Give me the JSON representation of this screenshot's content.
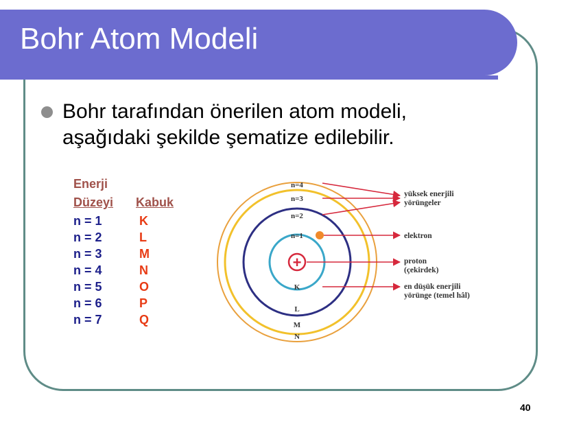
{
  "slide": {
    "title": "Bohr Atom Modeli",
    "bullet_lines": [
      "Bohr tarafından önerilen atom modeli,",
      "aşağıdaki şekilde şematize edilebilir."
    ],
    "page_number": "40"
  },
  "table": {
    "header_line1": "Enerji",
    "header_level": "Düzeyi",
    "header_shell": "Kabuk",
    "rows": [
      {
        "level": "n = 1",
        "shell": "K"
      },
      {
        "level": "n = 2",
        "shell": "L"
      },
      {
        "level": "n = 3",
        "shell": "M"
      },
      {
        "level": "n = 4",
        "shell": "N"
      },
      {
        "level": "n = 5",
        "shell": "O"
      },
      {
        "level": "n = 6",
        "shell": "P"
      },
      {
        "level": "n = 7",
        "shell": "Q"
      }
    ]
  },
  "diagram": {
    "orbit_labels": {
      "n1": "n=1",
      "n2": "n=2",
      "n3": "n=3",
      "n4": "n=4"
    },
    "shell_labels": {
      "K": "K",
      "L": "L",
      "M": "M",
      "N": "N"
    },
    "nucleus_symbol": "+",
    "annotations": {
      "high_energy_line1": "yüksek enerjili",
      "high_energy_line2": "yörüngeler",
      "electron": "elektron",
      "proton_line1": "proton",
      "proton_line2": "(çekirdek)",
      "ground_line1": "en düşük enerjili",
      "ground_line2": "yörünge (temel hâl)"
    },
    "colors": {
      "orbit_n1": "#3aa7c9",
      "orbit_n2": "#2d2f83",
      "orbit_n3": "#f2c12b",
      "orbit_n4": "#e9a03d",
      "arrow": "#d6283c",
      "electron": "#f08a2b",
      "nucleus": "#d6283c"
    }
  },
  "colors": {
    "title_bar": "#6c6ccf",
    "frame": "#5f8c87",
    "level_text": "#1c1f8a",
    "shell_text": "#e83b14",
    "header_text": "#a0524b"
  }
}
